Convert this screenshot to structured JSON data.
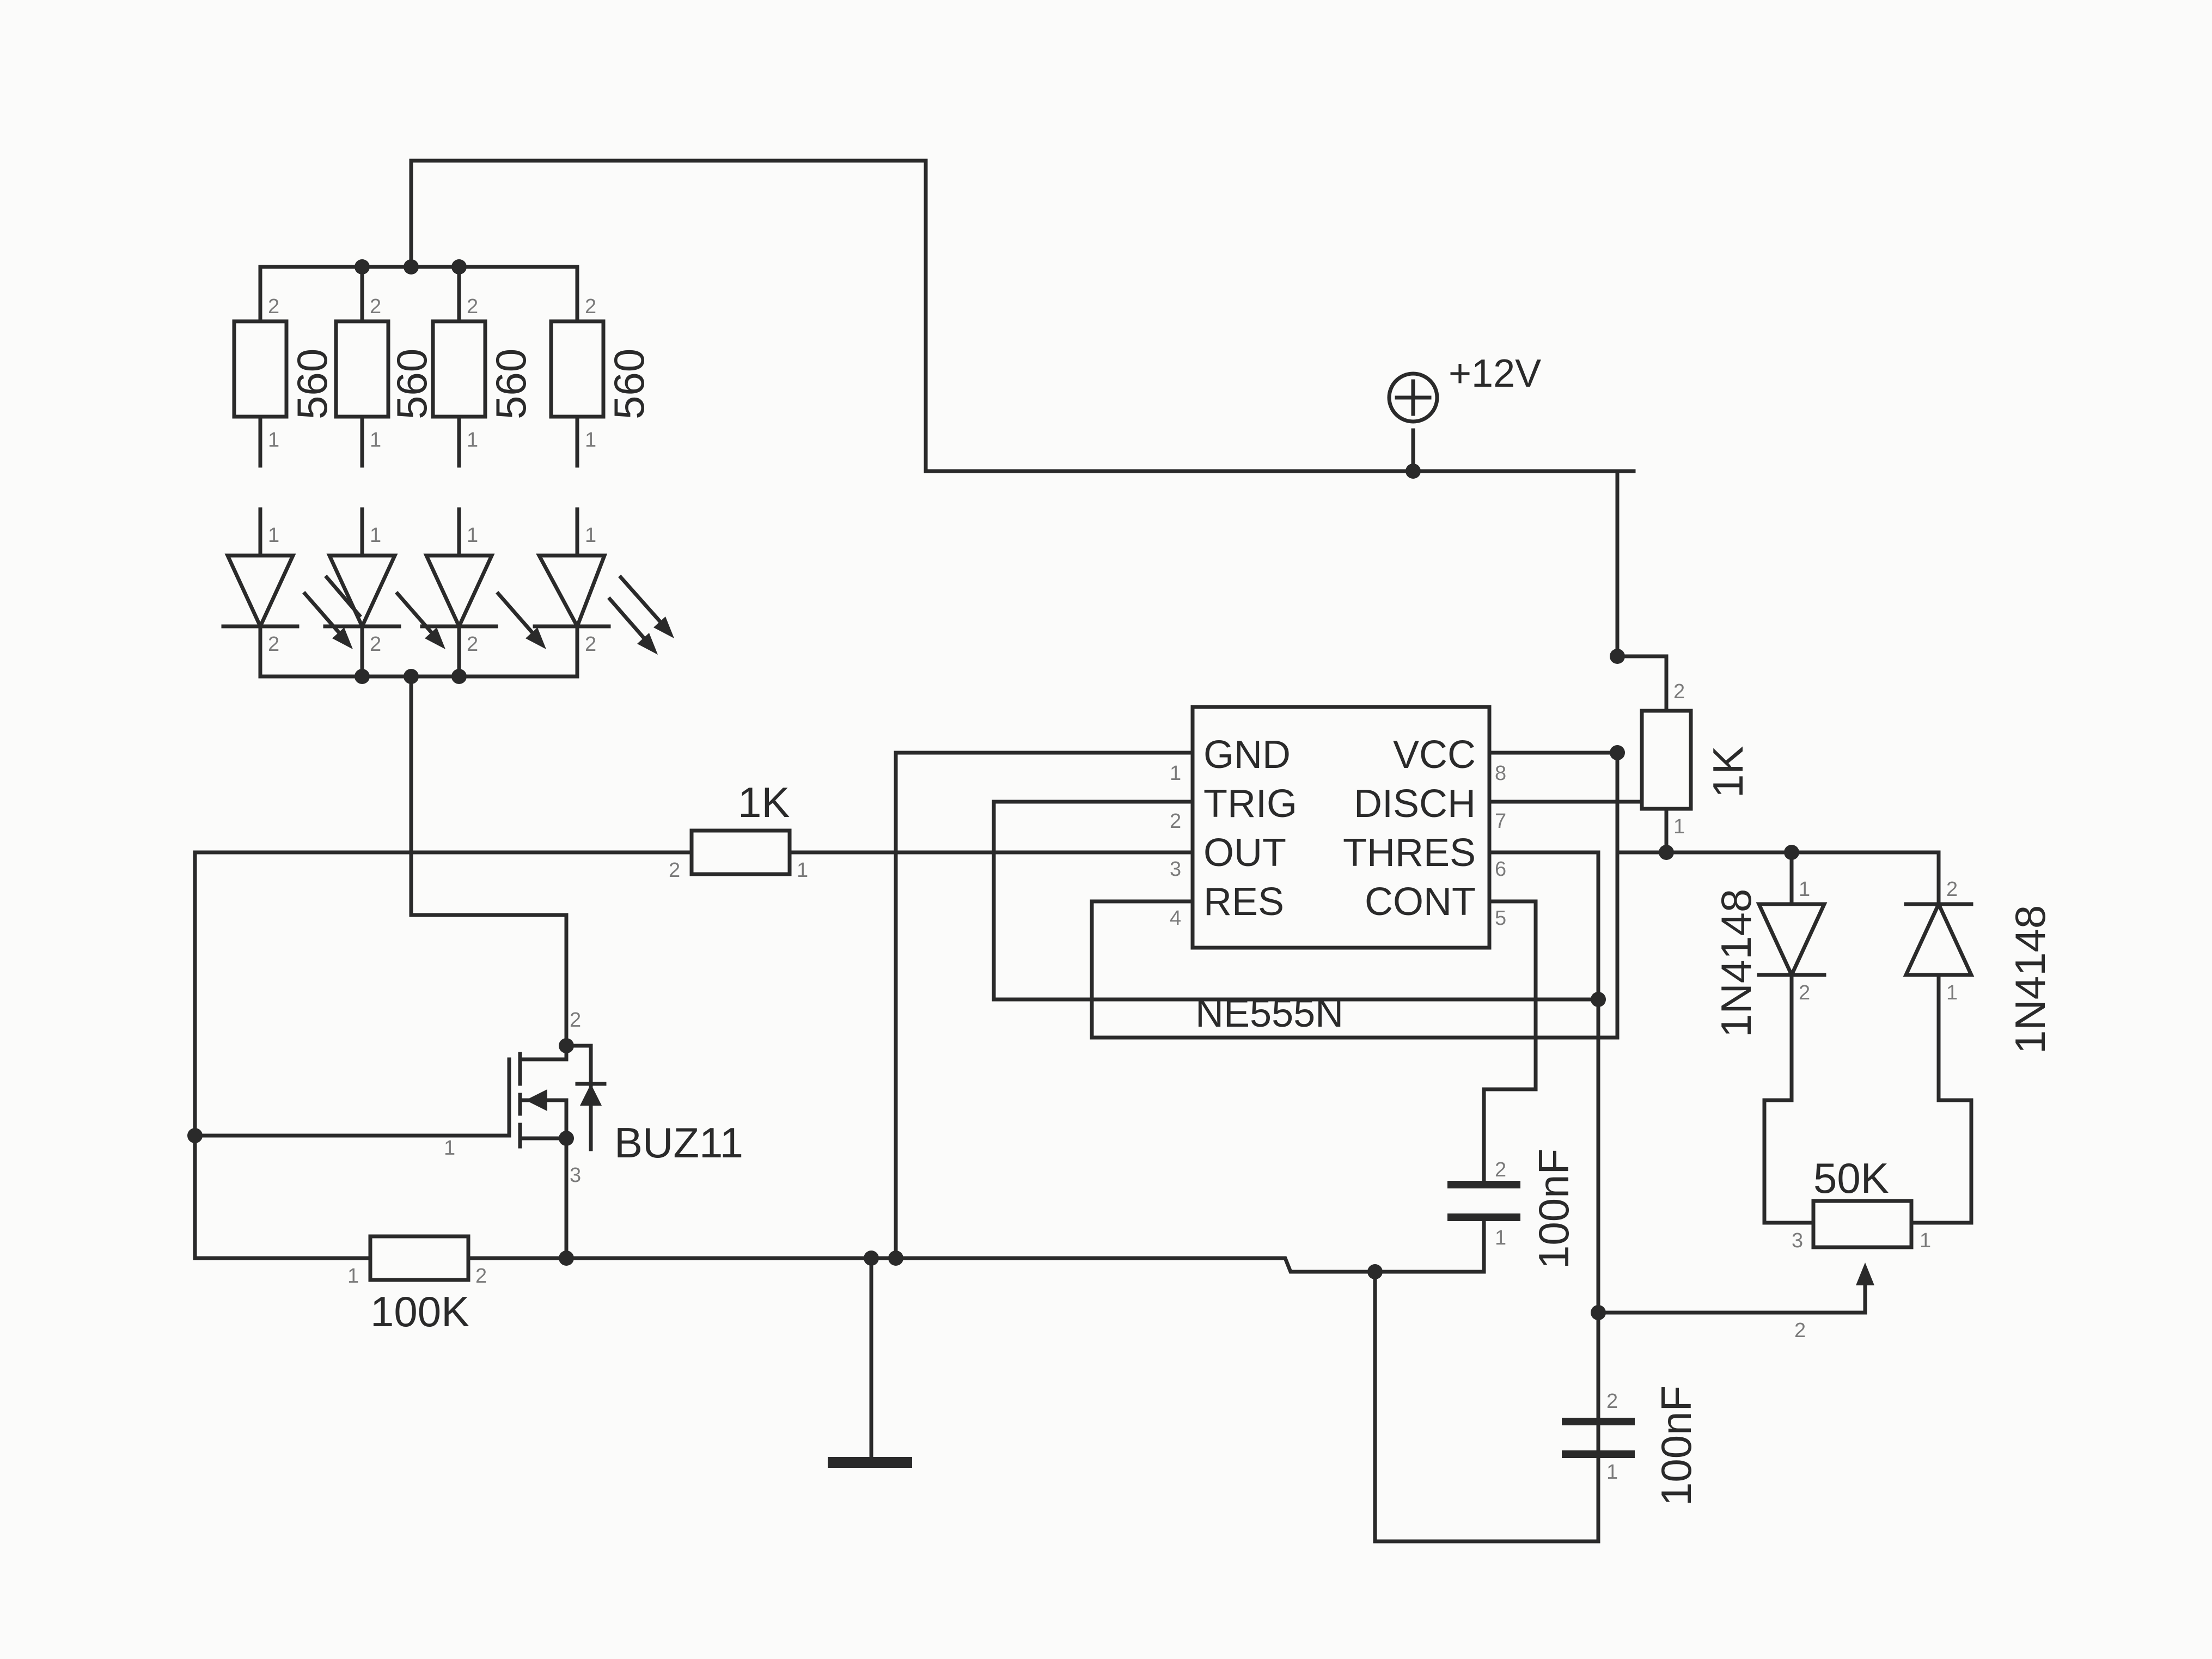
{
  "supply": {
    "label": "+12V"
  },
  "led_resistors": [
    {
      "value": "560",
      "pin_top": "2",
      "pin_bottom": "1"
    },
    {
      "value": "560",
      "pin_top": "2",
      "pin_bottom": "1"
    },
    {
      "value": "560",
      "pin_top": "2",
      "pin_bottom": "1"
    },
    {
      "value": "560",
      "pin_top": "2",
      "pin_bottom": "1"
    }
  ],
  "leds": [
    {
      "pin_top": "1",
      "pin_bottom": "2"
    },
    {
      "pin_top": "1",
      "pin_bottom": "2"
    },
    {
      "pin_top": "1",
      "pin_bottom": "2"
    },
    {
      "pin_top": "1",
      "pin_bottom": "2"
    }
  ],
  "gate_resistor": {
    "value": "1K",
    "pin_left": "2",
    "pin_right": "1"
  },
  "pulldown_resistor": {
    "value": "100K",
    "pin_left": "1",
    "pin_right": "2"
  },
  "mosfet": {
    "name": "BUZ11",
    "pin_gate": "1",
    "pin_drain": "2",
    "pin_source": "3"
  },
  "timer": {
    "name": "NE555N",
    "left_pins": [
      {
        "label": "GND",
        "num": "1"
      },
      {
        "label": "TRIG",
        "num": "2"
      },
      {
        "label": "OUT",
        "num": "3"
      },
      {
        "label": "RES",
        "num": "4"
      }
    ],
    "right_pins": [
      {
        "label": "VCC",
        "num": "8"
      },
      {
        "label": "DISCH",
        "num": "7"
      },
      {
        "label": "THRES",
        "num": "6"
      },
      {
        "label": "CONT",
        "num": "5"
      }
    ]
  },
  "vcc_resistor": {
    "value": "1K",
    "pin_top": "2",
    "pin_bottom": "1"
  },
  "diode_left": {
    "name": "1N4148",
    "pin_top": "1",
    "pin_bottom": "2"
  },
  "diode_right": {
    "name": "1N4148",
    "pin_top": "2",
    "pin_bottom": "1"
  },
  "potentiometer": {
    "value": "50K",
    "pin_left": "3",
    "pin_right": "1",
    "pin_wiper": "2"
  },
  "cap_cont": {
    "value": "100nF",
    "pin_top": "2",
    "pin_bottom": "1"
  },
  "cap_timing": {
    "value": "100nF",
    "pin_top": "2",
    "pin_bottom": "1"
  }
}
